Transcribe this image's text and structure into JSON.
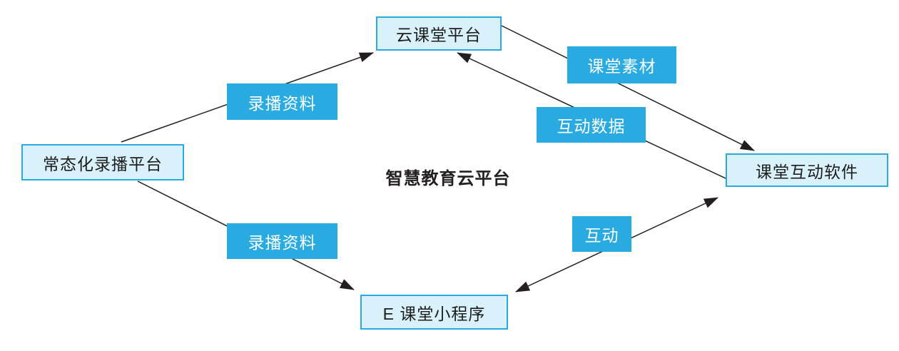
{
  "title": "智慧教育云平台",
  "colors": {
    "node_fill": "#d9f1fb",
    "node_border": "#29abe2",
    "edge_label_fill": "#29abe2",
    "edge_label_text": "#ffffff",
    "line": "#231f20"
  },
  "nodes": {
    "cloud_classroom": "云课堂平台",
    "recording_platform": "常态化录播平台",
    "interaction_software": "课堂互动软件",
    "e_classroom": "E 课堂小程序"
  },
  "edge_labels": {
    "recording_materials_top": "录播资料",
    "classroom_materials": "课堂素材",
    "interaction_data": "互动数据",
    "recording_materials_bottom": "录播资料",
    "interaction": "互动"
  },
  "edges": [
    {
      "from": "常态化录播平台",
      "to": "云课堂平台",
      "label": "录播资料",
      "direction": "one-way"
    },
    {
      "from": "云课堂平台",
      "to": "课堂互动软件",
      "label": "课堂素材",
      "direction": "one-way"
    },
    {
      "from": "课堂互动软件",
      "to": "云课堂平台",
      "label": "互动数据",
      "direction": "one-way"
    },
    {
      "from": "常态化录播平台",
      "to": "E 课堂小程序",
      "label": "录播资料",
      "direction": "one-way"
    },
    {
      "from": "E 课堂小程序",
      "to": "课堂互动软件",
      "label": "互动",
      "direction": "two-way"
    }
  ]
}
